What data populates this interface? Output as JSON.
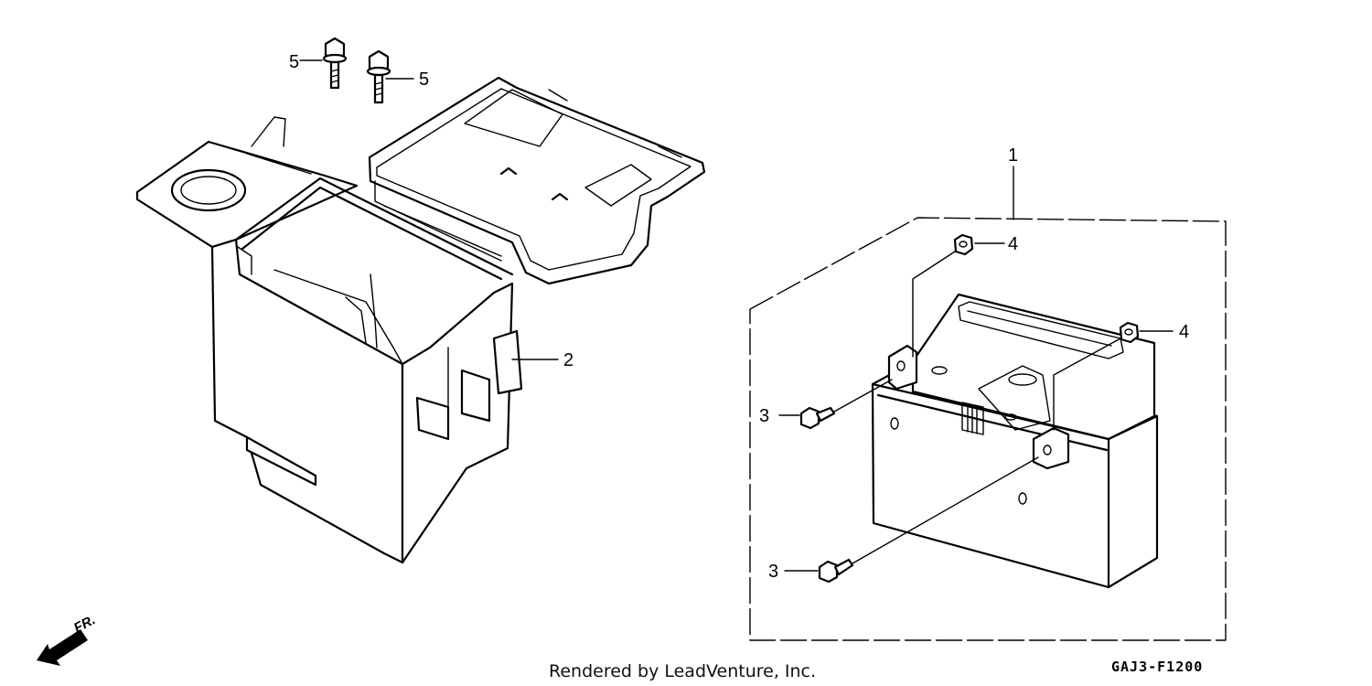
{
  "callouts": {
    "battery": "1",
    "battery_box": "2",
    "bolt_lower": "3",
    "bolt_upper": "3",
    "nut_upper": "4",
    "nut_right": "4",
    "bolt_cover_left": "5",
    "bolt_cover_right": "5"
  },
  "front_indicator": "FR.",
  "footer": {
    "credit": "Rendered by LeadVenture, Inc.",
    "diagram_code": "GAJ3-F1200"
  }
}
